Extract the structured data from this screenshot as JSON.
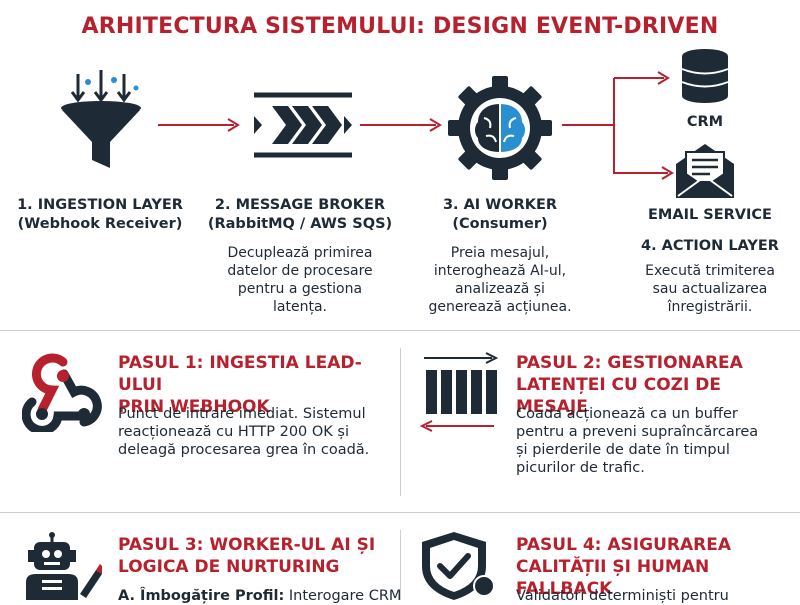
{
  "title": "ARHITECTURA SISTEMULUI: DESIGN EVENT-DRIVEN",
  "arch": {
    "ingestion": {
      "icon": "funnel-icon",
      "label1": "1. INGESTION LAYER",
      "label2": "(Webhook Receiver)"
    },
    "broker": {
      "icon": "message-queue-icon",
      "label1": "2. MESSAGE BROKER",
      "label2": "(RabbitMQ / AWS SQS)",
      "desc": [
        "Decuplează primirea",
        "datelor de procesare",
        "pentru a gestiona",
        "latența."
      ]
    },
    "worker": {
      "icon": "ai-gear-icon",
      "label1": "3. AI WORKER",
      "label2": "(Consumer)",
      "desc": [
        "Preia mesajul,",
        "interoghează AI-ul,",
        "analizează și",
        "generează acțiunea."
      ]
    },
    "action": {
      "crm_icon": "database-icon",
      "crm_label": "CRM",
      "email_icon": "envelope-icon",
      "email_label": "EMAIL SERVICE",
      "label": "4. ACTION LAYER",
      "desc": [
        "Execută trimiterea",
        "sau actualizarea",
        "înregistrării."
      ]
    }
  },
  "steps": [
    {
      "icon": "webhook-icon",
      "title": [
        "PASUL 1: INGESTIA LEAD-ULUI",
        "PRIN WEBHOOK"
      ],
      "text": [
        "Punct de intrare imediat. Sistemul",
        "reacționează cu HTTP 200 OK și",
        "deleagă procesarea grea în coadă."
      ]
    },
    {
      "icon": "queue-icon",
      "title": [
        "PASUL 2: GESTIONAREA",
        "LATENȚEI CU COZI DE MESAJE"
      ],
      "text": [
        "Coada acționează ca un buffer",
        "pentru a preveni supraîncărcarea",
        "și pierderile de date în timpul",
        "picurilor de trafic."
      ]
    },
    {
      "icon": "robot-icon",
      "title": [
        "PASUL 3: WORKER-UL AI ȘI",
        "LOGICA DE NURTURING"
      ],
      "text_bold": "A. Îmbogățire Profil:",
      "text_rest": " Interogare CRM"
    },
    {
      "icon": "shield-check-icon",
      "title": [
        "PASUL 4: ASIGURAREA",
        "CALITĂȚII ȘI HUMAN FALLBACK"
      ],
      "text": [
        "Validatori determiniști pentru"
      ]
    }
  ],
  "colors": {
    "accent": "#b7212e",
    "ink": "#1e2a36",
    "blue": "#2a8fd0"
  }
}
